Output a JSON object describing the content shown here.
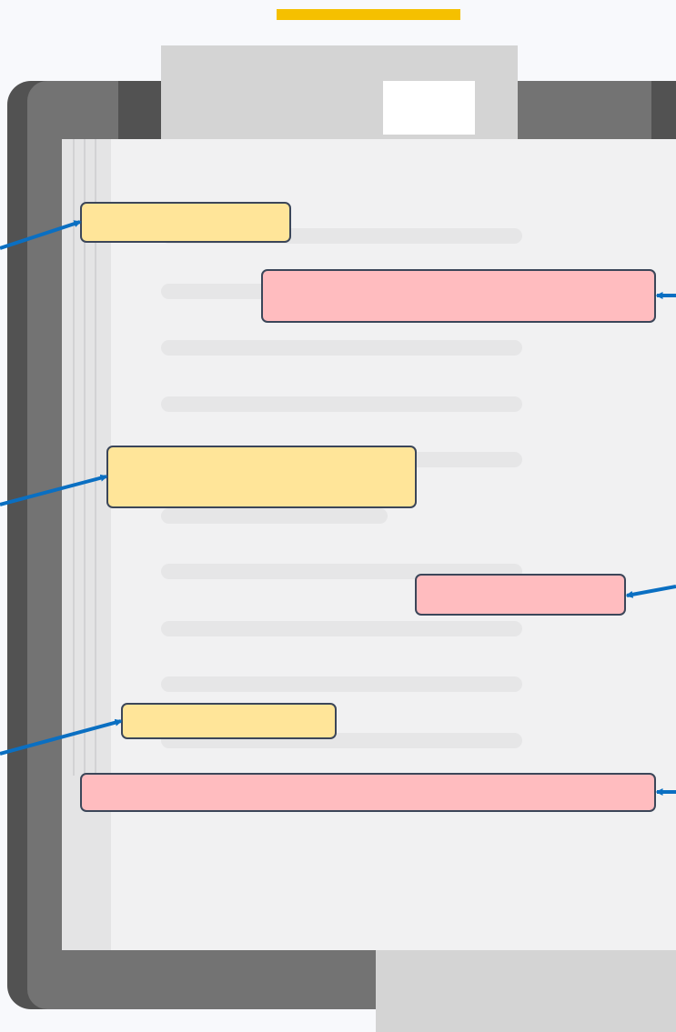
{
  "accent_color": "#f5c000",
  "colors": {
    "clipboard_dark": "#525252",
    "clipboard": "#737373",
    "clip": "#d4d4d4",
    "paper": "#f1f1f2",
    "callout_yellow": "#ffe599",
    "callout_pink": "#ffbcbf",
    "callout_border": "#3b4659",
    "arrow": "#0a6fc2"
  },
  "callouts": [
    {
      "id": "callout-1",
      "color": "yellow",
      "label": ""
    },
    {
      "id": "callout-2",
      "color": "pink",
      "label": ""
    },
    {
      "id": "callout-3",
      "color": "yellow",
      "label": ""
    },
    {
      "id": "callout-4",
      "color": "pink",
      "label": ""
    },
    {
      "id": "callout-5",
      "color": "yellow",
      "label": ""
    },
    {
      "id": "callout-6",
      "color": "pink",
      "label": ""
    }
  ]
}
